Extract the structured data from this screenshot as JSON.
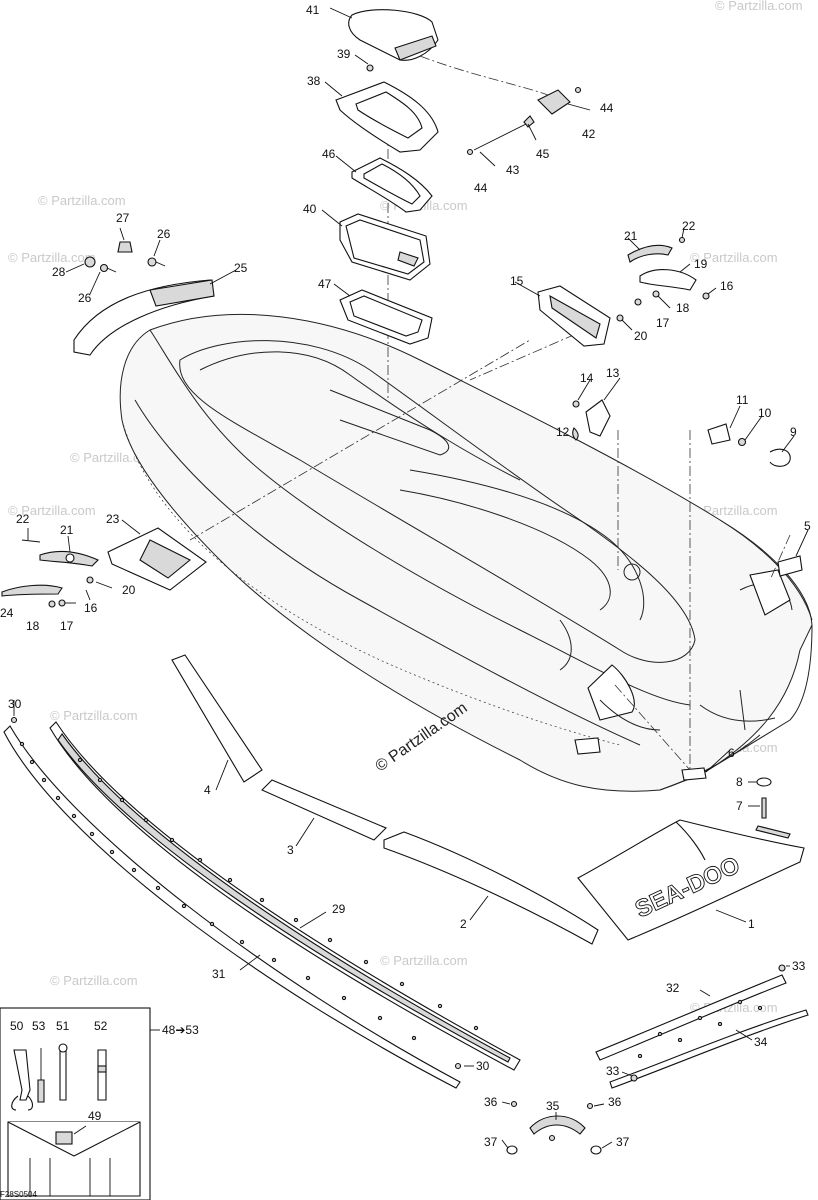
{
  "watermarks": {
    "main": "© Partzilla.com",
    "faint": "© Partzilla.com"
  },
  "drawing_code": "F28S0504",
  "logo_text": "SEA-DOO",
  "kit_label": "48➔53",
  "labels": {
    "p1": "1",
    "p2": "2",
    "p3": "3",
    "p4": "4",
    "p5": "5",
    "p6": "6",
    "p7": "7",
    "p8": "8",
    "p9": "9",
    "p10": "10",
    "p11": "11",
    "p12": "12",
    "p13": "13",
    "p14": "14",
    "p15": "15",
    "p16a": "16",
    "p16b": "16",
    "p17a": "17",
    "p17b": "17",
    "p18a": "18",
    "p18b": "18",
    "p19": "19",
    "p20a": "20",
    "p20b": "20",
    "p21a": "21",
    "p21b": "21",
    "p22a": "22",
    "p22b": "22",
    "p23": "23",
    "p24": "24",
    "p25": "25",
    "p26a": "26",
    "p26b": "26",
    "p27": "27",
    "p28": "28",
    "p29": "29",
    "p30a": "30",
    "p30b": "30",
    "p31": "31",
    "p32": "32",
    "p33a": "33",
    "p33b": "33",
    "p34": "34",
    "p35": "35",
    "p36a": "36",
    "p36b": "36",
    "p37a": "37",
    "p37b": "37",
    "p38": "38",
    "p39": "39",
    "p40": "40",
    "p41": "41",
    "p42": "42",
    "p43": "43",
    "p44a": "44",
    "p44b": "44",
    "p45": "45",
    "p46": "46",
    "p47": "47",
    "p49": "49",
    "p50": "50",
    "p51": "51",
    "p52": "52",
    "p53": "53"
  }
}
